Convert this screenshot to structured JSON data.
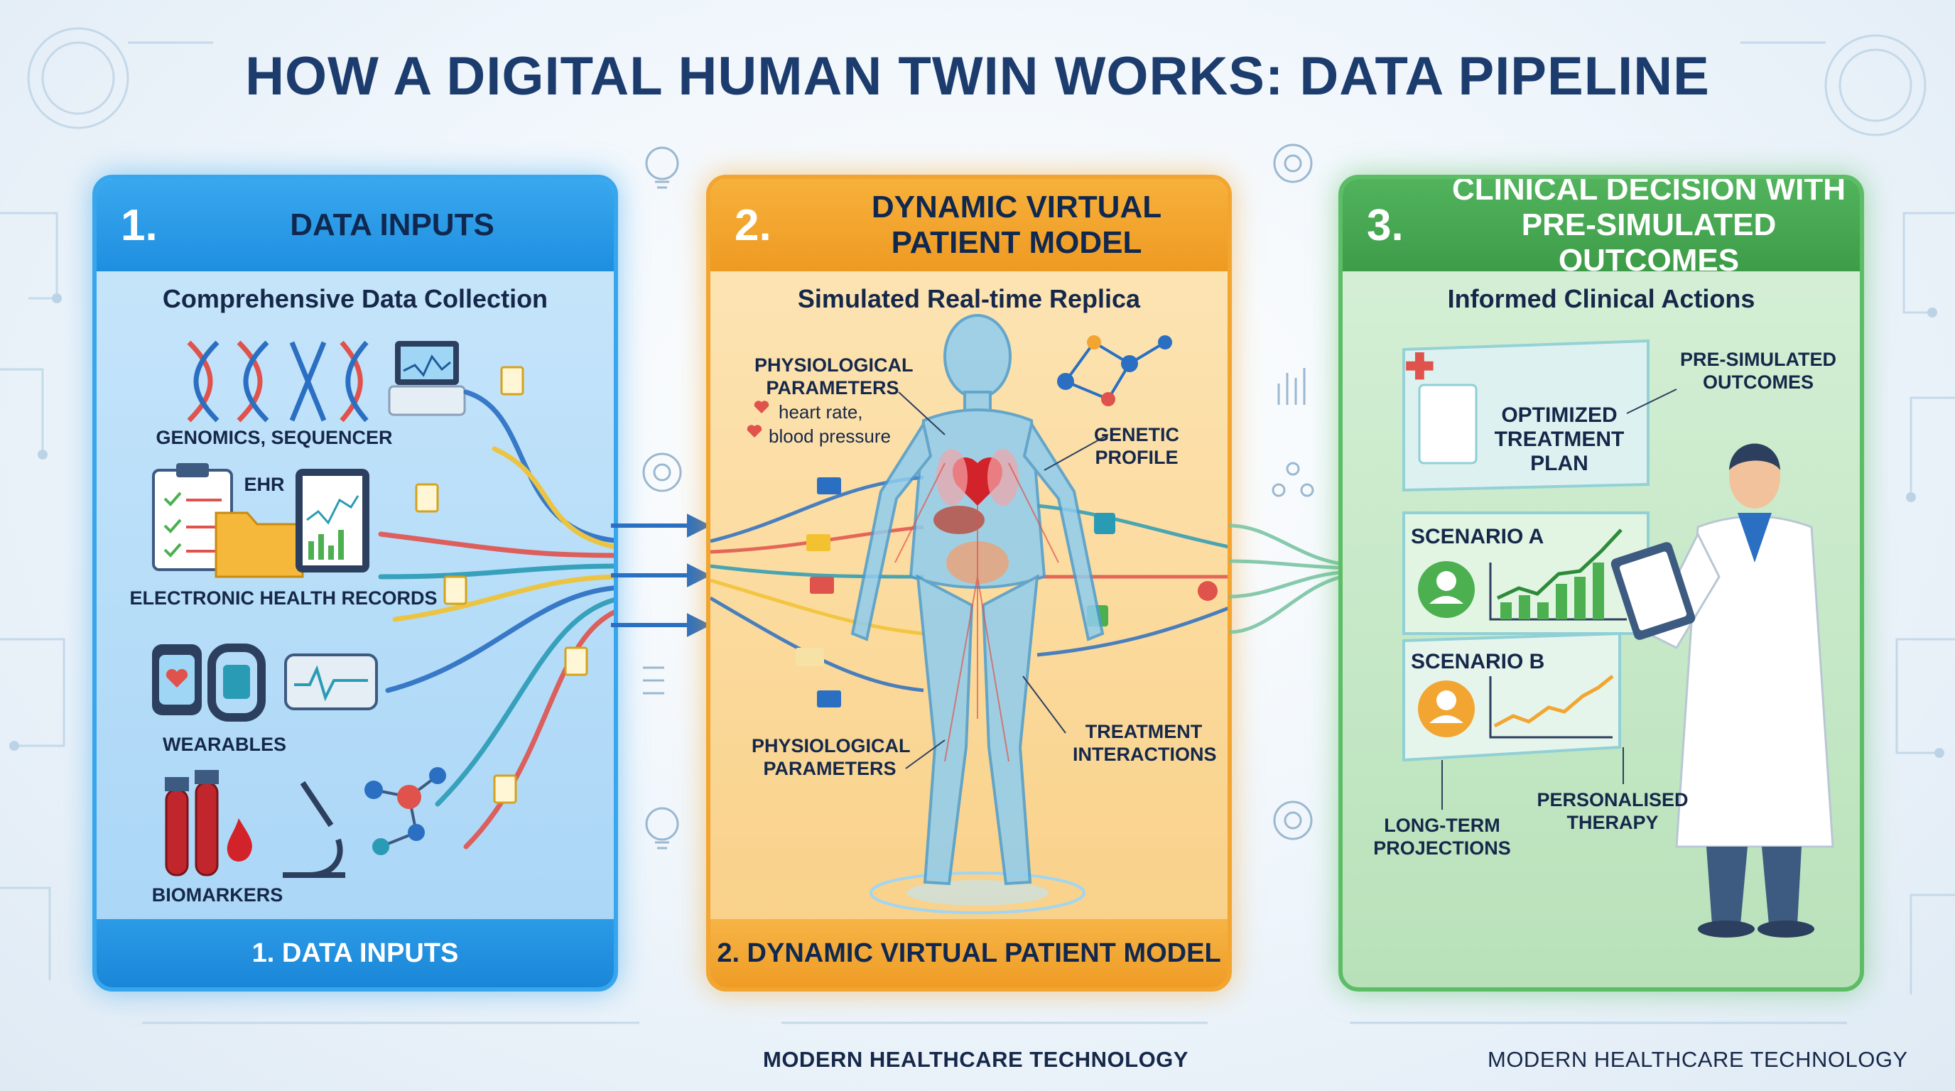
{
  "title": "HOW A DIGITAL HUMAN TWIN WORKS: DATA PIPELINE",
  "panels": [
    {
      "number": "1.",
      "title": "DATA INPUTS",
      "subtitle": "Comprehensive Data Collection",
      "footer": "1. DATA INPUTS",
      "labels": {
        "genomics": "GENOMICS, SEQUENCER",
        "ehr": "EHR",
        "ehr_full": "ELECTRONIC HEALTH RECORDS",
        "wearables": "WEARABLES",
        "biomarkers": "BIOMARKERS"
      }
    },
    {
      "number": "2.",
      "title": "DYNAMIC VIRTUAL PATIENT MODEL",
      "subtitle": "Simulated Real-time Replica",
      "footer": "2. DYNAMIC VIRTUAL PATIENT MODEL",
      "labels": {
        "physio_top": "PHYSIOLOGICAL PARAMETERS",
        "heart_rate": "heart rate,",
        "blood_pressure": "blood pressure",
        "genetic": "GENETIC PROFILE",
        "physio_bottom": "PHYSIOLOGICAL PARAMETERS",
        "treatment": "TREATMENT INTERACTIONS"
      }
    },
    {
      "number": "3.",
      "title": "CLINICAL DECISION WITH PRE-SIMULATED OUTCOMES",
      "subtitle": "Informed Clinical Actions",
      "labels": {
        "pre_simulated": "PRE-SIMULATED OUTCOMES",
        "optimized": "OPTIMIZED TREATMENT PLAN",
        "scenario_a": "SCENARIO A",
        "scenario_b": "SCENARIO B",
        "long_term": "LONG-TERM PROJECTIONS",
        "personalised": "PERSONALISED THERAPY"
      }
    }
  ],
  "footer_notes": [
    "MODERN HEALTHCARE TECHNOLOGY",
    "MODERN HEALTHCARE TECHNOLOGY"
  ],
  "colors": {
    "title": "#1d3c6e",
    "blue": "#2b9be6",
    "orange": "#f2a531",
    "green": "#5cbd66",
    "stream_red": "#e0524c",
    "stream_teal": "#2a9bb5",
    "stream_yellow": "#f2c230"
  }
}
